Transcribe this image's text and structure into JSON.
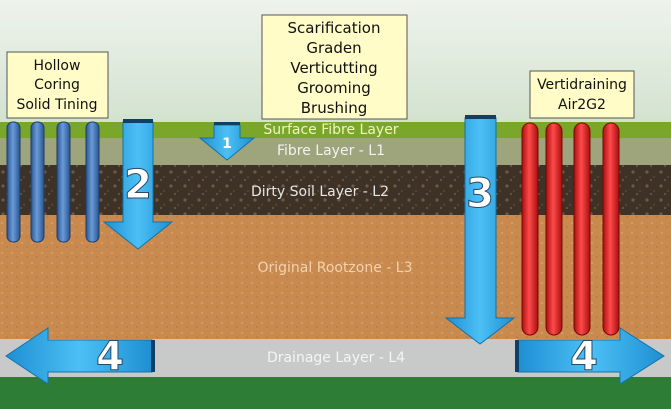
{
  "layers": {
    "surface": "Surface Fibre Layer",
    "fibre": "Fibre Layer - L1",
    "dirty": "Dirty Soil Layer - L2",
    "rootzone": "Original Rootzone - L3",
    "drainage": "Drainage Layer - L4"
  },
  "boxes": {
    "left": [
      "Hollow",
      "Coring",
      "Solid Tining"
    ],
    "center": [
      "Scarification",
      "Graden",
      "Verticutting",
      "Grooming",
      "Brushing"
    ],
    "right": [
      "Vertidraining",
      "Air2G2"
    ]
  },
  "arrows": {
    "a1": "1",
    "a2": "2",
    "a3": "3",
    "a4_left": "4",
    "a4_right": "4"
  },
  "colors": {
    "sky": "#dde8d8",
    "grass": "#7aa629",
    "fibre": "#9ea47b",
    "dirty_soil": "#3f3226",
    "rootzone": "#c98b52",
    "drainage": "#c7c9c9",
    "bottom_grass": "#2e7d36",
    "arrow_blue": "#2ea8e8",
    "tine_blue": "#3d73b4",
    "tine_red": "#e01a1a",
    "box_fill": "#fffcc8"
  }
}
